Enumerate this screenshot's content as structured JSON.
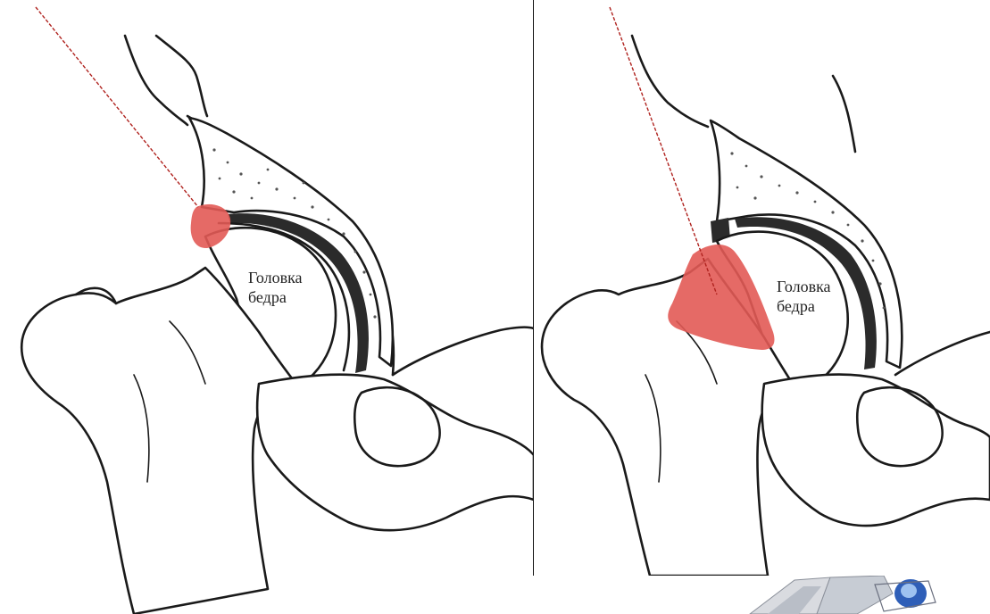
{
  "panels": [
    {
      "id": "left",
      "label_line1": "Головка",
      "label_line2": "бедра"
    },
    {
      "id": "right",
      "label_line1": "Головка",
      "label_line2": "бедра"
    }
  ],
  "colors": {
    "injury": "#e25a55",
    "probe_line": "#b0231f",
    "outline": "#1a1a1a",
    "cartilage": "#2b2b2b"
  },
  "icons": [
    "arthroscope-icon"
  ]
}
